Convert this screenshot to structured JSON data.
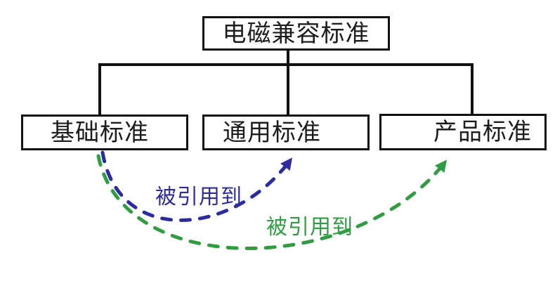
{
  "colors": {
    "background": "#ffffff",
    "box-border": "#111111",
    "box-text": "#1d1d1d",
    "connector": "#111111",
    "arrow-blue": "#2c2ca0",
    "arrow-green": "#2f9e40"
  },
  "nodes": {
    "root": {
      "label": "电磁兼容标准"
    },
    "basic": {
      "label": "基础标准"
    },
    "generic": {
      "label": "通用标准"
    },
    "product": {
      "label": "产品标准"
    }
  },
  "arrows": {
    "blue": {
      "label": "被引用到",
      "from": "基础标准",
      "to": "通用标准"
    },
    "green": {
      "label": "被引用到",
      "from": "基础标准",
      "to": "产品标准"
    }
  }
}
